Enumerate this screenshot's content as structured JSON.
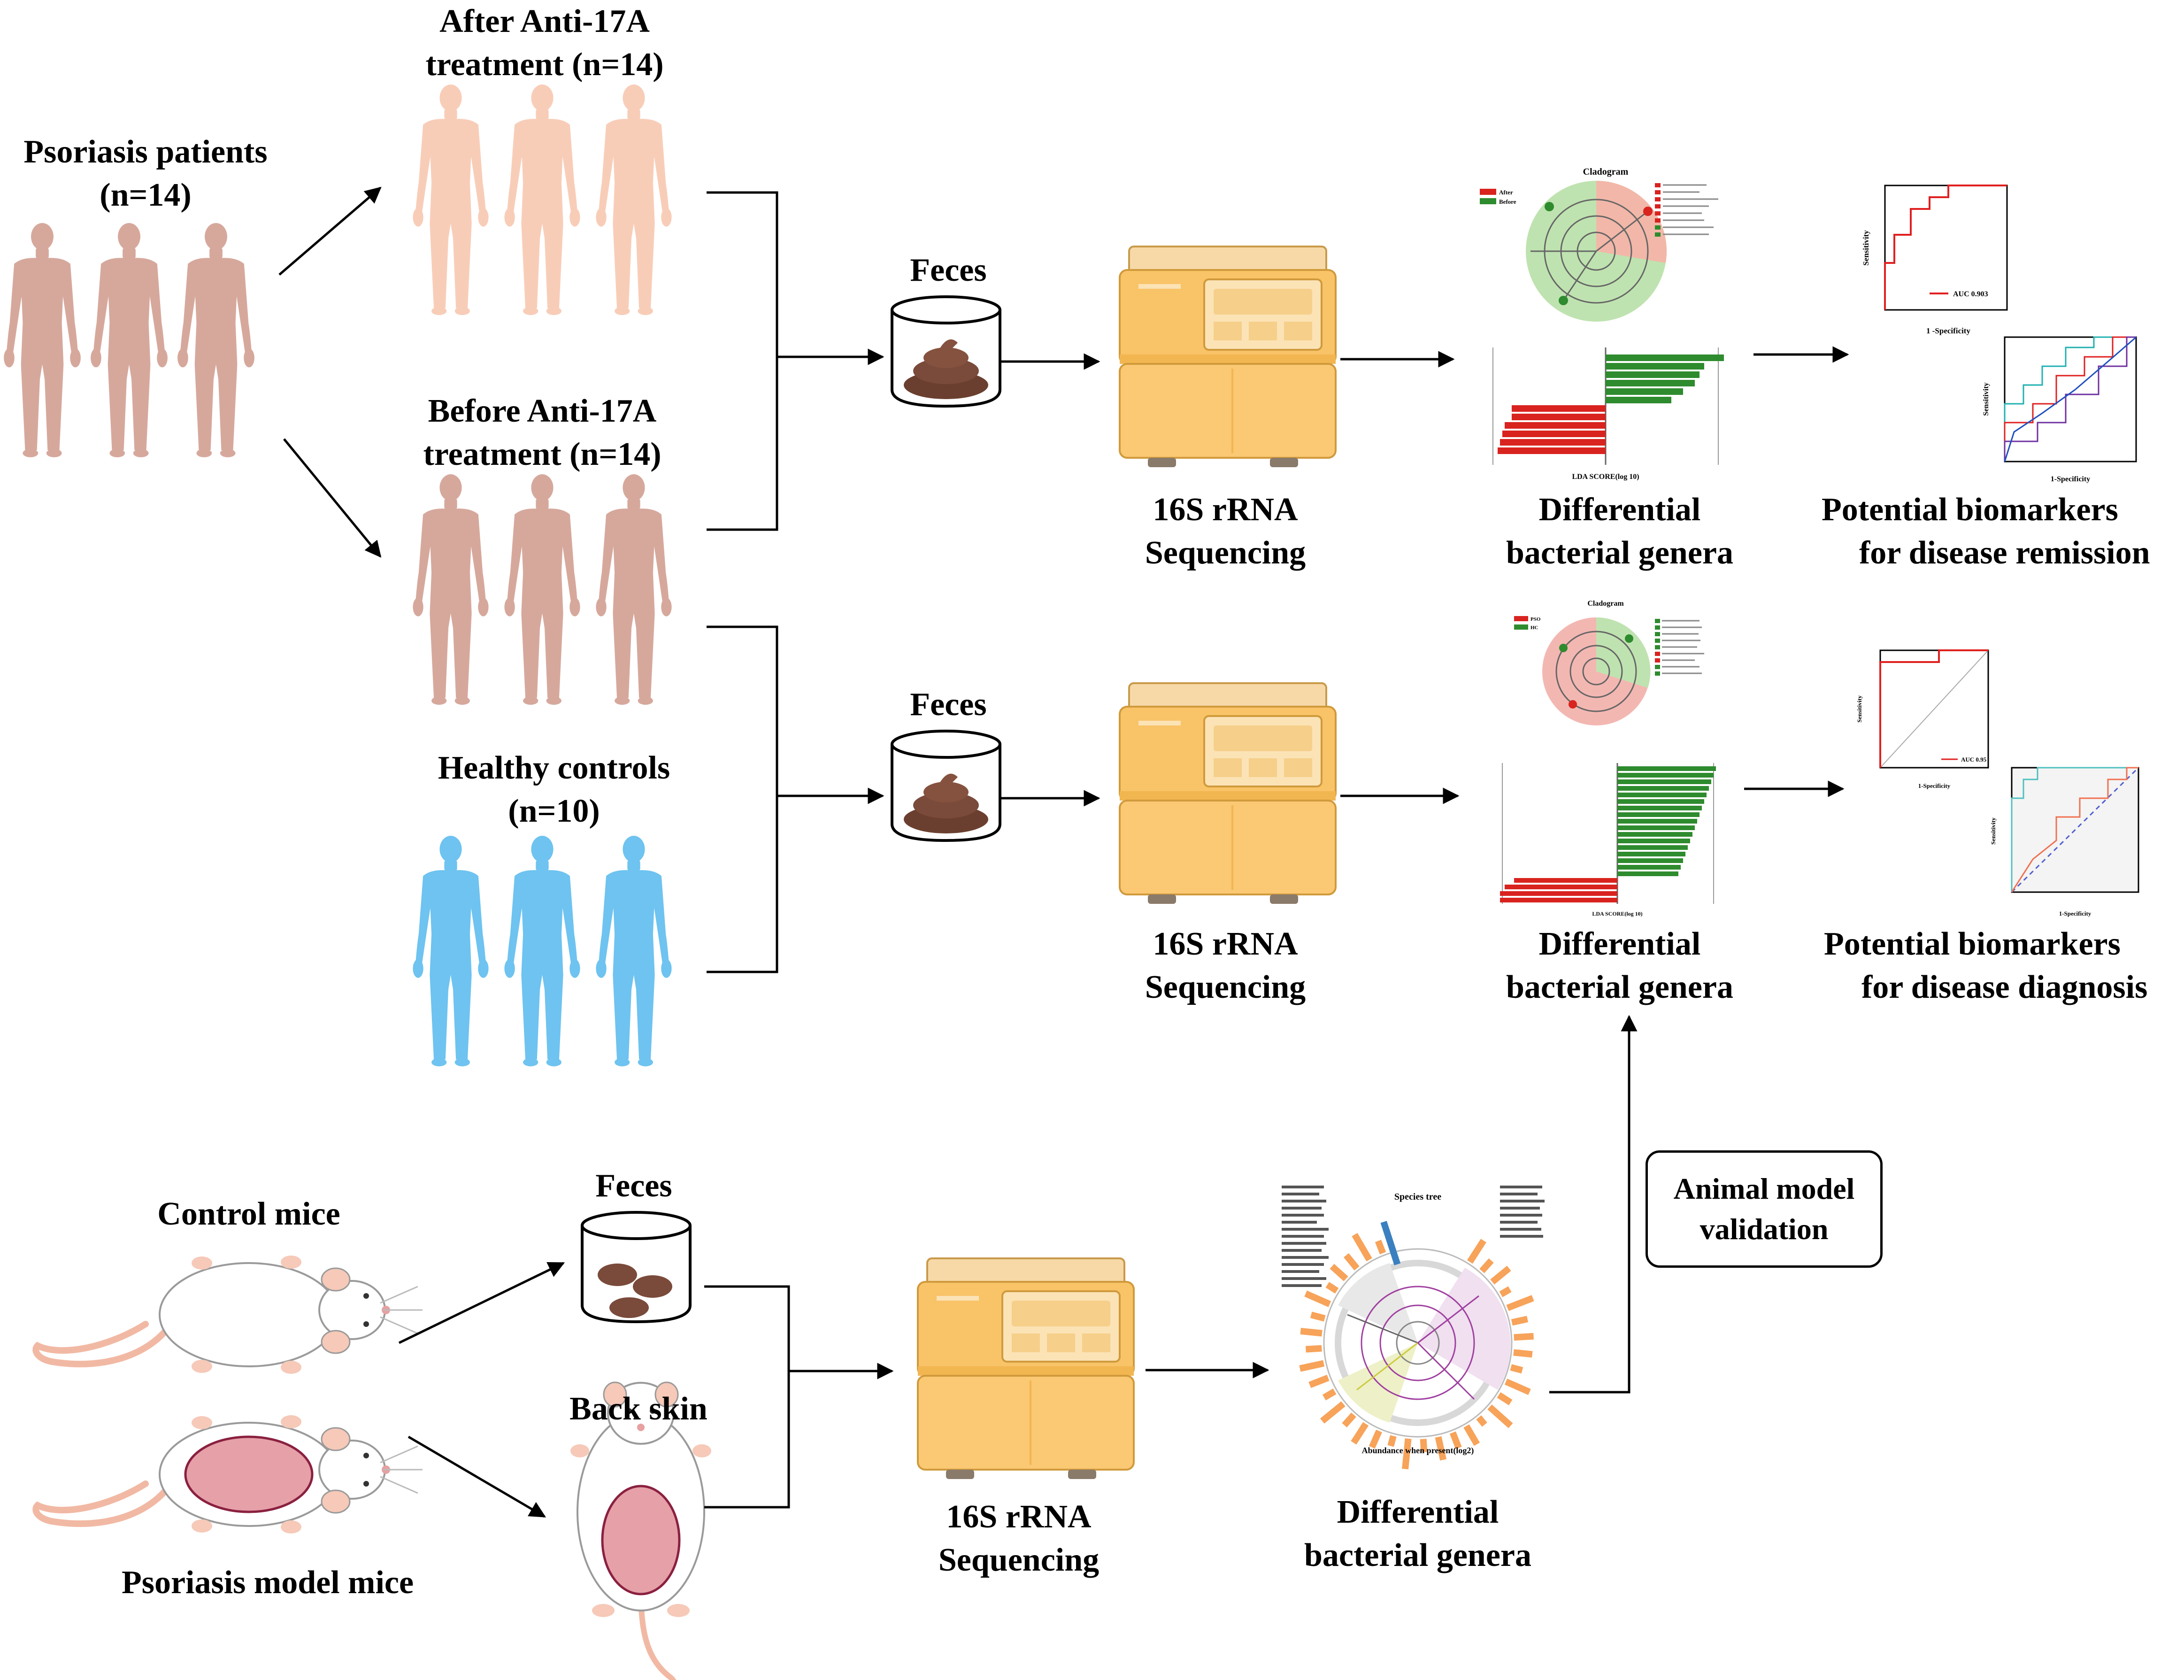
{
  "colors": {
    "human_treated": "#f8cdb8",
    "human_patient": "#d6a89c",
    "human_healthy": "#6ec3f0",
    "feces": "#7a4a3a",
    "sequencer": "#f9c368",
    "lesion": "#e6a0a8",
    "red_bar": "#d9231f",
    "green_bar": "#2e8b2e",
    "orange_bar": "#f7a35a"
  },
  "labels": {
    "psoriasis_patients": [
      "Psoriasis patients",
      "(n=14)"
    ],
    "after_treatment": [
      "After Anti-17A",
      "treatment (n=14)"
    ],
    "before_treatment": [
      "Before Anti-17A",
      "treatment (n=14)"
    ],
    "healthy_controls": [
      "Healthy controls",
      "(n=10)"
    ],
    "feces": "Feces",
    "sequencing": [
      "16S rRNA",
      "Sequencing"
    ],
    "differential": [
      "Differential",
      "bacterial genera"
    ],
    "biomarkers_remission": [
      "Potential biomarkers",
      "for disease remission"
    ],
    "biomarkers_diagnosis": [
      "Potential biomarkers",
      "for disease diagnosis"
    ],
    "control_mice": "Control mice",
    "psoriasis_mice": "Psoriasis model mice",
    "back_skin": "Back skin",
    "animal_validation": [
      "Animal model",
      "validation"
    ]
  },
  "mini_charts": {
    "cladogram_title": "Cladogram",
    "legend_top": [
      "After",
      "Before"
    ],
    "legend_mid": [
      "PSO",
      "HC"
    ],
    "lda_xlabel": "LDA SCORE(log 10)",
    "auc_top": "AUC 0.903",
    "auc_mid": "AUC 0.95",
    "roc_xlabel": "1 -Specificity",
    "roc_xlabel2": "1-Specificity",
    "roc_ylabel": "Sensitivity",
    "species_tree_title": "Species tree",
    "abundance_label": "Abundance when present(log2)"
  }
}
